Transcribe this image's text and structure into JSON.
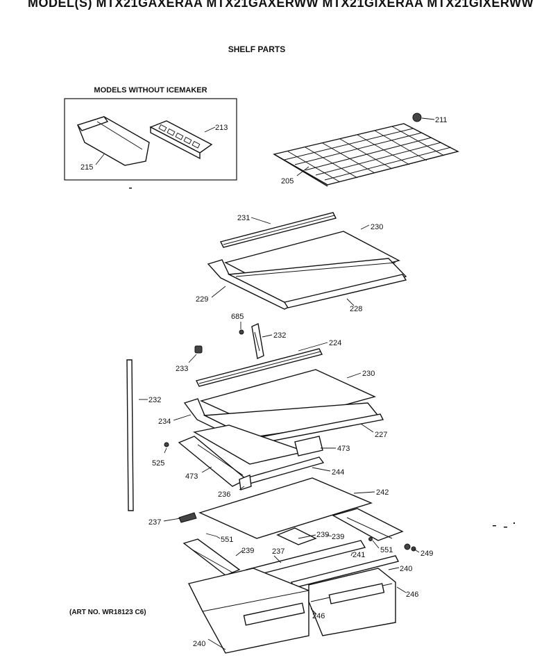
{
  "header": {
    "models": "MODEL(S) MTX21GAXERAA  MTX21GAXERWW  MTX21GIXERAA  MTX21GIXERWW",
    "subtitle": "SHELF PARTS"
  },
  "inset": {
    "title": "MODELS WITHOUT ICEMAKER"
  },
  "footer": {
    "art_number": "(ART NO. WR18123 C6)"
  },
  "callouts": {
    "p211": "211",
    "p213": "213",
    "p215": "215",
    "p205": "205",
    "p231": "231",
    "p230a": "230",
    "p229": "229",
    "p228": "228",
    "p685": "685",
    "p232a": "232",
    "p224": "224",
    "p233": "233",
    "p230b": "230",
    "p232b": "232",
    "p234": "234",
    "p227": "227",
    "p473a": "473",
    "p525": "525",
    "p473b": "473",
    "p244": "244",
    "p236": "236",
    "p242": "242",
    "p237a": "237",
    "p551a": "551",
    "p239a": "239",
    "p239b": "239",
    "p249": "249",
    "p551b": "551",
    "p239c": "239",
    "p237b": "237",
    "p241": "241",
    "p240a": "240",
    "p246a": "246",
    "p246b": "246",
    "p240b": "240"
  }
}
